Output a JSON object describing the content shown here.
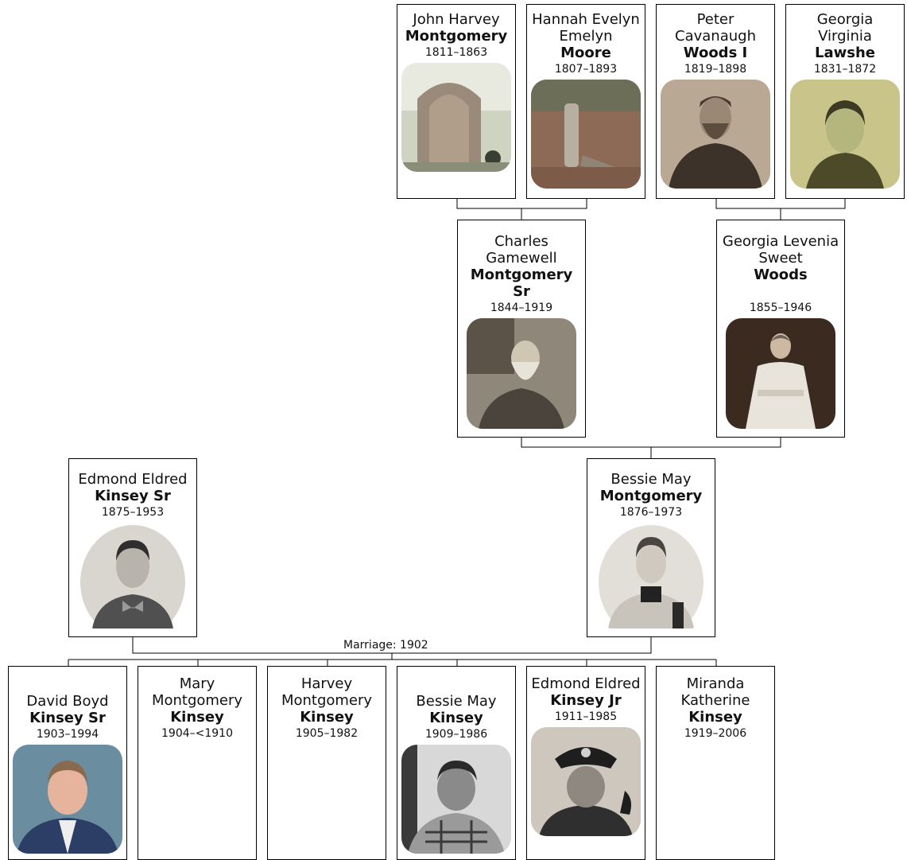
{
  "marriage_label": "Marriage: 1902",
  "people": {
    "john": {
      "given": "John Harvey",
      "surname": "Montgomery",
      "years": "1811–1863",
      "photo": "gravestone-photo"
    },
    "hannah": {
      "given": "Hannah Evelyn Emelyn",
      "surname": "Moore",
      "years": "1807–1893",
      "photo": "grave-marker-photo"
    },
    "peter": {
      "given": "Peter Cavanaugh",
      "surname": "Woods I",
      "years": "1819–1898",
      "photo": "bearded-man-photo"
    },
    "georgia_v": {
      "given": "Georgia Virginia",
      "surname": "Lawshe",
      "years": "1831–1872",
      "photo": "woman-portrait-photo"
    },
    "charles": {
      "given": "Charles Gamewell",
      "surname": "Montgomery Sr",
      "years": "1844–1919",
      "photo": "seated-man-photo"
    },
    "georgia_l": {
      "given": "Georgia Levenia Sweet",
      "surname": "Woods",
      "years": "1855–1946",
      "photo": "standing-woman-photo"
    },
    "edmond_sr": {
      "given": "Edmond Eldred",
      "surname": "Kinsey Sr",
      "years": "1875–1953",
      "photo": "man-bowtie-photo"
    },
    "bessie_m": {
      "given": "Bessie May",
      "surname": "Montgomery",
      "years": "1876–1973",
      "photo": "young-woman-photo"
    },
    "david": {
      "given": "David Boyd",
      "surname": "Kinsey Sr",
      "years": "1903–1994",
      "photo": "man-color-photo"
    },
    "mary": {
      "given": "Mary Montgomery",
      "surname": "Kinsey",
      "years": "1904–<1910"
    },
    "harvey": {
      "given": "Harvey Montgomery",
      "surname": "Kinsey",
      "years": "1905–1982"
    },
    "bessie_k": {
      "given": "Bessie May",
      "surname": "Kinsey",
      "years": "1909–1986",
      "photo": "woman-glasses-photo"
    },
    "edmond_jr": {
      "given": "Edmond Eldred",
      "surname": "Kinsey Jr",
      "years": "1911–1985",
      "photo": "man-uniform-photo"
    },
    "miranda": {
      "given": "Miranda Katherine",
      "surname": "Kinsey",
      "years": "1919–2006"
    }
  }
}
